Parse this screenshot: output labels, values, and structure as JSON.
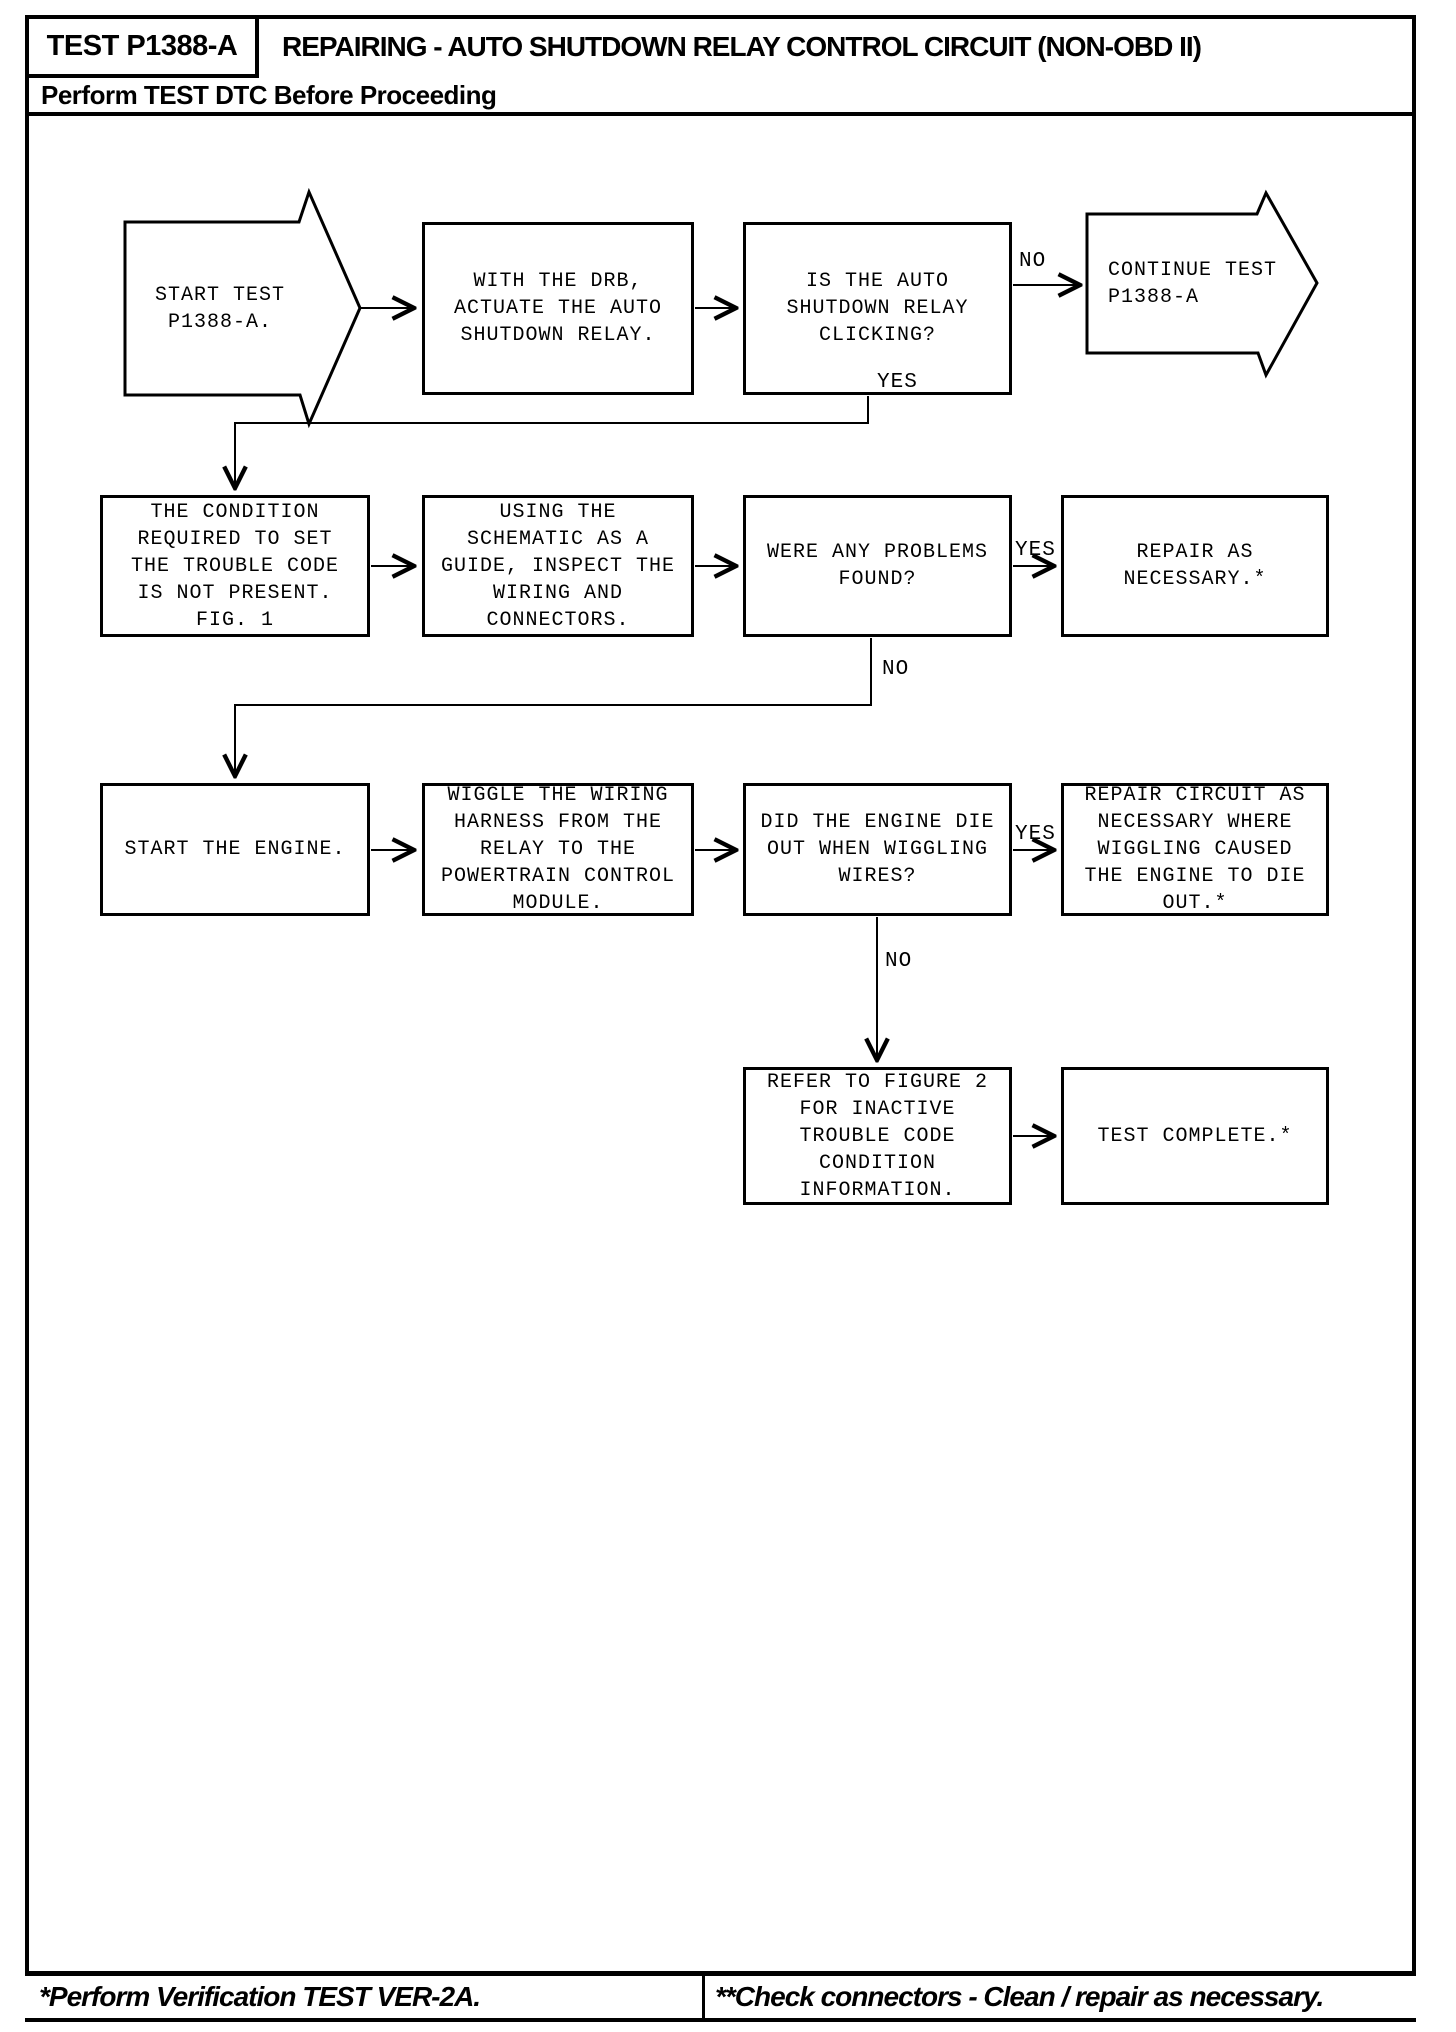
{
  "page": {
    "paper_color": "#ffffff",
    "ink_color": "#000000"
  },
  "header": {
    "test_id": "TEST P1388-A",
    "title": "REPAIRING - AUTO SHUTDOWN RELAY CONTROL CIRCUIT (NON-OBD II)",
    "subtitle": "Perform TEST DTC Before Proceeding"
  },
  "flowchart": {
    "nodes": {
      "start": {
        "shape": "right-arrow",
        "text": "START TEST\nP1388-A."
      },
      "actuate": {
        "shape": "rect",
        "text": "WITH THE DRB,\nACTUATE THE AUTO\nSHUTDOWN RELAY."
      },
      "clicking": {
        "shape": "rect",
        "text": "IS THE AUTO\nSHUTDOWN RELAY\nCLICKING?"
      },
      "continue": {
        "shape": "right-arrow",
        "text": "CONTINUE TEST\nP1388-A"
      },
      "condition": {
        "shape": "rect",
        "text": "THE CONDITION\nREQUIRED TO SET\nTHE TROUBLE CODE\nIS NOT PRESENT.\nFIG. 1"
      },
      "schematic": {
        "shape": "rect",
        "text": "USING THE\nSCHEMATIC AS A\nGUIDE, INSPECT THE\nWIRING AND\nCONNECTORS."
      },
      "problems": {
        "shape": "rect",
        "text": "WERE ANY PROBLEMS\nFOUND?"
      },
      "repair": {
        "shape": "rect",
        "text": "REPAIR AS\nNECESSARY.*"
      },
      "start_engine": {
        "shape": "rect",
        "text": "START THE ENGINE."
      },
      "wiggle": {
        "shape": "rect",
        "text": "WIGGLE THE WIRING\nHARNESS FROM THE\nRELAY TO THE\nPOWERTRAIN CONTROL\nMODULE."
      },
      "die_out": {
        "shape": "rect",
        "text": "DID THE ENGINE DIE\nOUT WHEN WIGGLING\nWIRES?"
      },
      "repair_circuit": {
        "shape": "rect",
        "text": "REPAIR CIRCUIT AS\nNECESSARY WHERE\nWIGGLING CAUSED\nTHE ENGINE TO DIE\nOUT.*"
      },
      "refer_figure": {
        "shape": "rect",
        "text": "REFER TO FIGURE 2\nFOR INACTIVE\nTROUBLE CODE\nCONDITION\nINFORMATION."
      },
      "test_complete": {
        "shape": "rect",
        "text": "TEST COMPLETE.*"
      }
    },
    "edge_labels": {
      "no1": "NO",
      "yes1": "YES",
      "yes2": "YES",
      "no2": "NO",
      "yes3": "YES",
      "no3": "NO"
    }
  },
  "footer": {
    "left_note": "*Perform Verification TEST VER-2A.",
    "right_note": "**Check connectors - Clean / repair as necessary."
  }
}
